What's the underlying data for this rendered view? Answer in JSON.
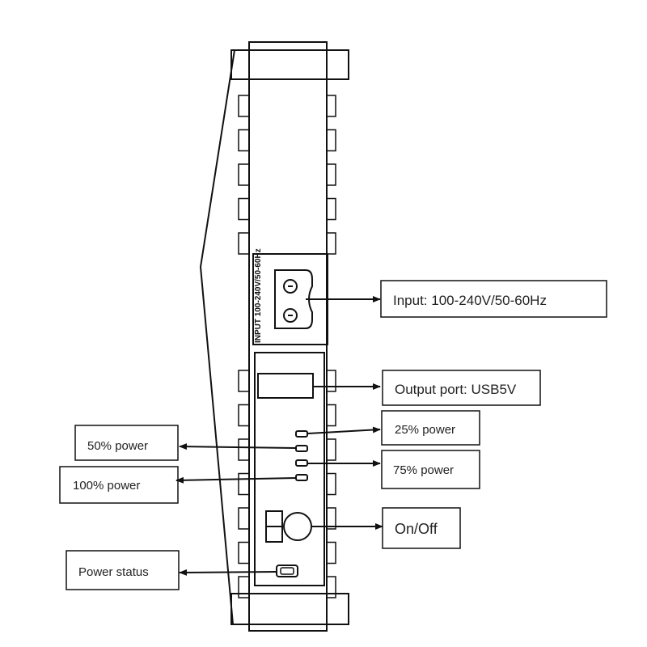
{
  "device": {
    "input_label": "INPUT 100-240V/50-60Hz"
  },
  "callouts": {
    "input": "Input: 100-240V/50-60Hz",
    "output_port": "Output port: USB5V",
    "power_25": "25% power",
    "power_50": "50% power",
    "power_75": "75% power",
    "power_100": "100% power",
    "on_off": "On/Off",
    "power_status": "Power status"
  }
}
